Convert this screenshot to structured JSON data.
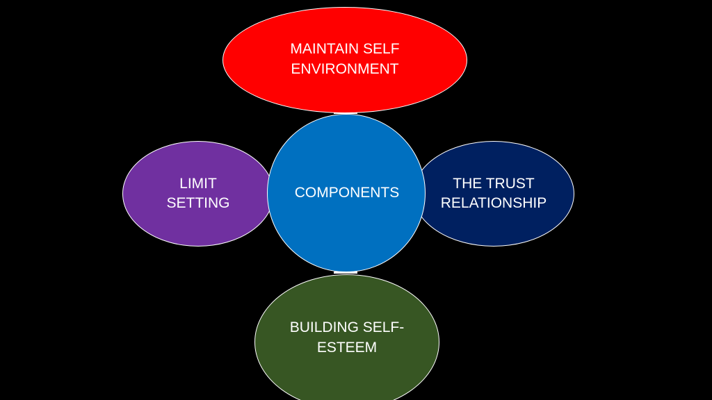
{
  "diagram": {
    "center": {
      "label": "COMPONENTS",
      "color": "#0070c0"
    },
    "nodes": {
      "top": {
        "label": "MAINTAIN SELF\nENVIRONMENT",
        "color": "#ff0000"
      },
      "left": {
        "label": "LIMIT\nSETTING",
        "color": "#7030a0"
      },
      "right": {
        "label": "THE TRUST\nRELATIONSHIP",
        "color": "#002060"
      },
      "bottom": {
        "label": "BUILDING SELF-\nESTEEM",
        "color": "#375623"
      }
    },
    "background": "#000000",
    "outline_color": "#ffffff"
  }
}
